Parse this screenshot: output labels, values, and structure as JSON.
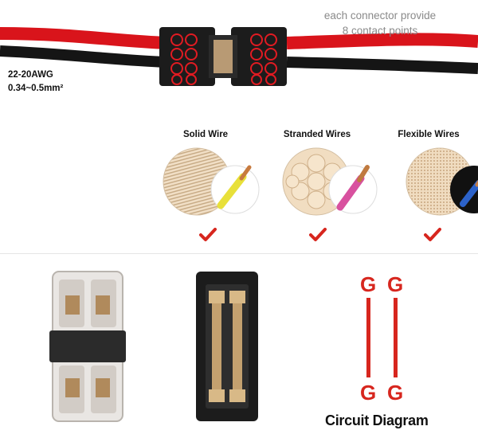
{
  "header": {
    "note_line1": "each connector provide",
    "note_line2": "8 contact points"
  },
  "specs": {
    "gauge": "22-20AWG",
    "area": "0.34~0.5mm²"
  },
  "wire_types": [
    {
      "label": "Solid Wire",
      "supported": true
    },
    {
      "label": "Stranded Wires",
      "supported": true
    },
    {
      "label": "Flexible Wires",
      "supported": true
    }
  ],
  "circuit": {
    "title": "Circuit Diagram",
    "top_left": "G",
    "top_right": "G",
    "bottom_left": "G",
    "bottom_right": "G"
  },
  "colors": {
    "accent_red": "#d7261e",
    "wire_red": "#d9141b",
    "connector_black": "#1c1c1c"
  },
  "icons": [
    "check-icon"
  ]
}
